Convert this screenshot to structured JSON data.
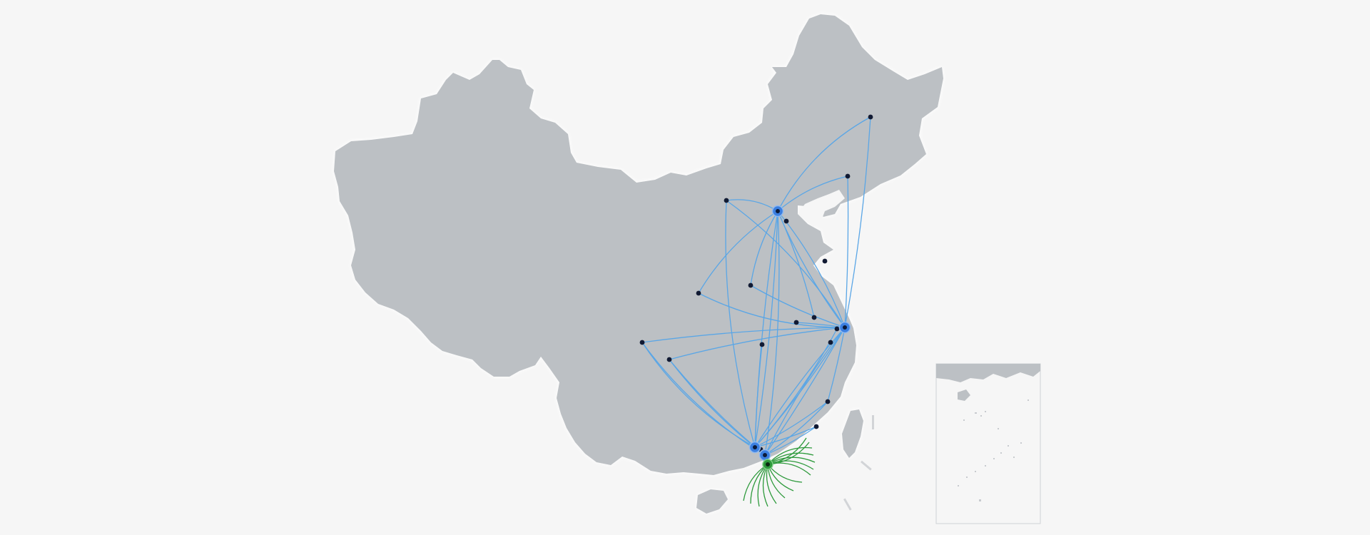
{
  "colors": {
    "background": "#f6f6f6",
    "land": "#bcc0c4",
    "land_halo": "#ffffff",
    "route": "#5aa6e6",
    "fan": "#2e9a3c",
    "hub": "#3b7fe0",
    "hub_core": "#0b1a3a",
    "city": "#111a33",
    "fan_hub": "#2e9a3c",
    "inset_border": "#cfd2d6"
  },
  "layers": {
    "land": "china-mainland",
    "islands": [
      "taiwan",
      "hainan"
    ],
    "inset": "south-china-sea-islands"
  },
  "icons": {
    "hub": "hub-marker-icon",
    "city": "city-dot-icon",
    "fan_hub": "fan-hub-marker-icon"
  }
}
